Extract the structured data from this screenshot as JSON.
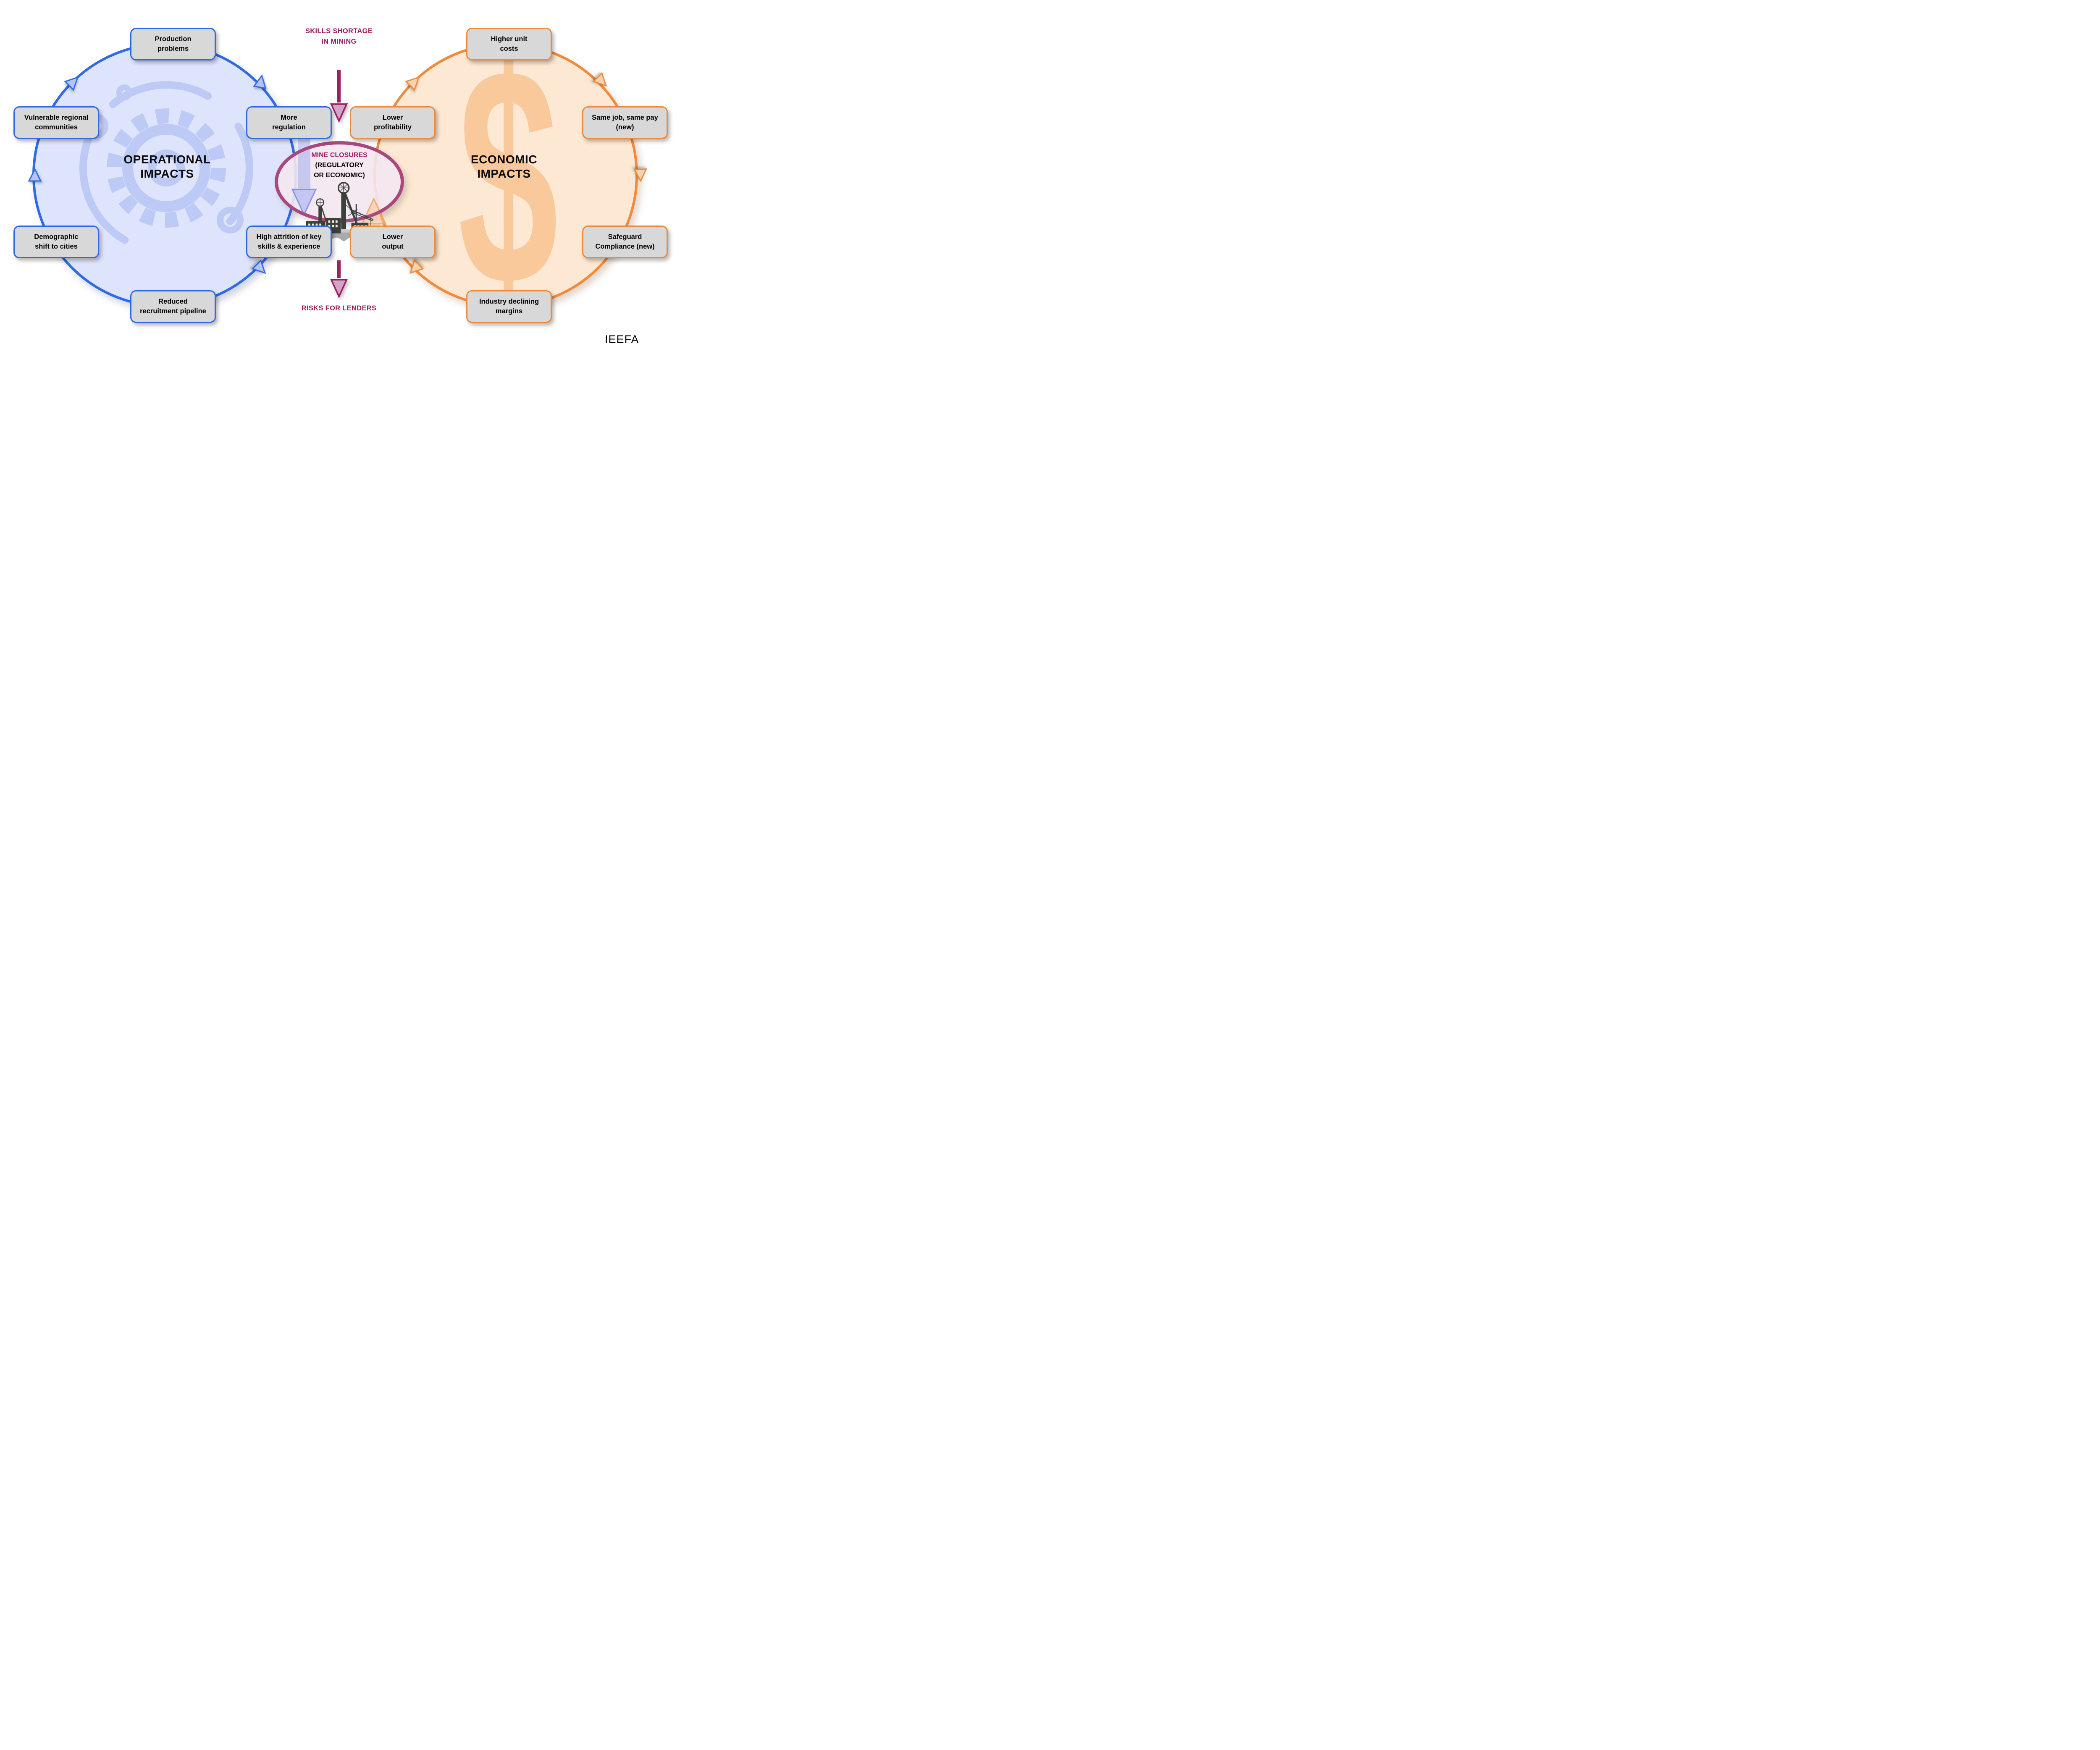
{
  "attribution": "IEEFA",
  "top_flow": {
    "line1": "SKILLS SHORTAGE",
    "line2": "IN MINING"
  },
  "bottom_flow": {
    "label": "RISKS FOR LENDERS"
  },
  "center": {
    "title": "MINE CLOSURES",
    "sub_line1": "(REGULATORY",
    "sub_line2": "OR ECONOMIC)",
    "icon": "mine-headframe-icon"
  },
  "left_circle": {
    "title_line1": "OPERATIONAL",
    "title_line2": "IMPACTS",
    "watermark": "gear-icon",
    "boxes": [
      {
        "line1": "Production",
        "line2": "problems"
      },
      {
        "line1": "Vulnerable regional",
        "line2": "communities"
      },
      {
        "line1": "More",
        "line2": "regulation"
      },
      {
        "line1": "Demographic",
        "line2": "shift to cities"
      },
      {
        "line1": "High attrition of key",
        "line2": "skills & experience"
      },
      {
        "line1": "Reduced",
        "line2": "recruitment pipeline"
      }
    ]
  },
  "right_circle": {
    "title_line1": "ECONOMIC",
    "title_line2": "IMPACTS",
    "watermark": "dollar-sign-icon",
    "dollar_glyph": "$",
    "boxes": [
      {
        "line1": "Higher unit",
        "line2": "costs"
      },
      {
        "line1": "Same job, same pay",
        "line2": "(new)"
      },
      {
        "line1": "Lower",
        "line2": "profitability"
      },
      {
        "line1": "Lower",
        "line2": "output"
      },
      {
        "line1": "Safeguard",
        "line2": "Compliance (new)"
      },
      {
        "line1": "Industry declining",
        "line2": "margins"
      }
    ]
  },
  "colors": {
    "magenta_text": "#9C1F62",
    "ellipse_ring": "#A8487F",
    "blue_rim": "#2F6BE5",
    "blue_fill": "#DEE4FB",
    "orange_rim": "#F08A3C",
    "orange_fill": "#FCE8D3",
    "box_fill": "#D8D8D8",
    "gear_watermark": "#BDC9F6",
    "dollar_watermark": "#F9C89B"
  }
}
